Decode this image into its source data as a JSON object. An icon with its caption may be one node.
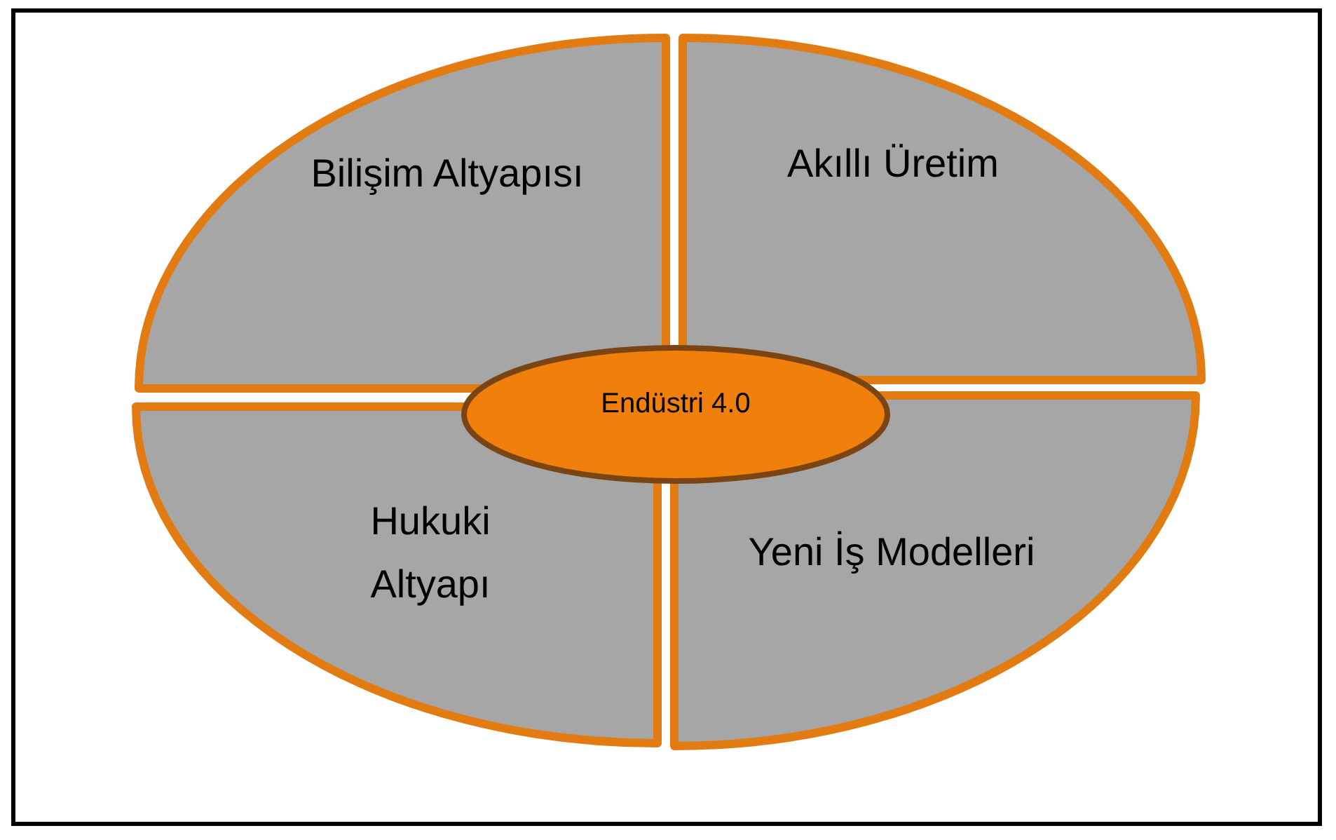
{
  "diagram": {
    "nodes": [
      {
        "text": [
          "Bilişim Altyapısı"
        ]
      },
      {
        "text": [
          "Akıllı Üretim"
        ]
      },
      {
        "text": [
          "Endüstri 4.0"
        ]
      },
      {
        "text": [
          "Hukuki Altyapı"
        ]
      },
      {
        "text": [
          "Yeni İş Modelleri"
        ]
      }
    ]
  }
}
